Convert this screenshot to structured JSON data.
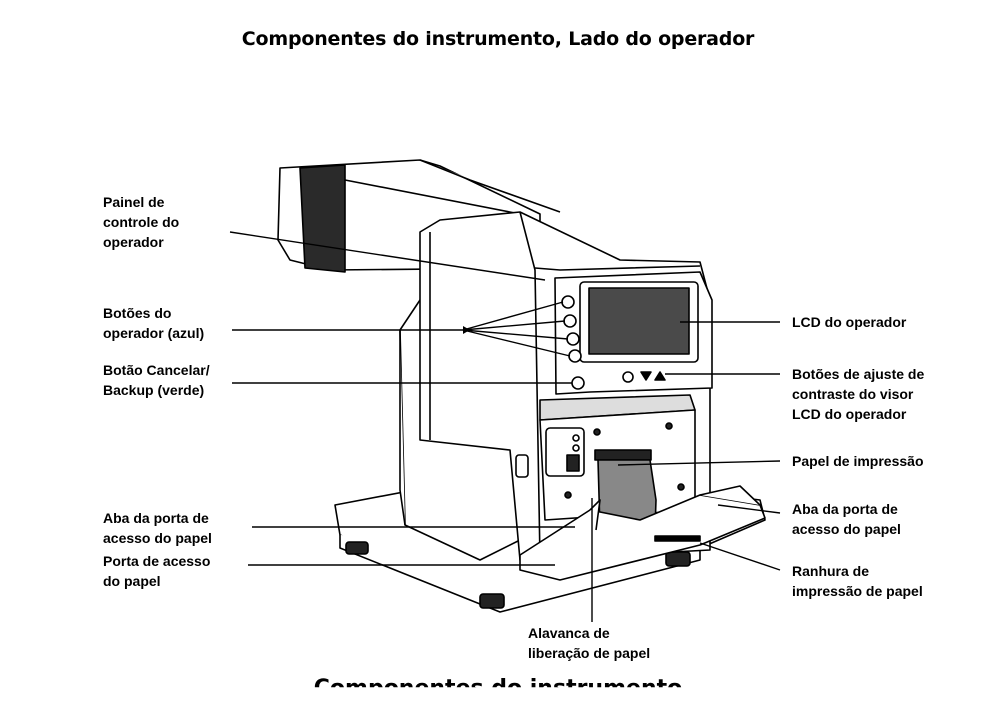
{
  "title": "Componentes do instrumento, Lado do operador",
  "labels": {
    "painel": "Painel de\ncontrole do\noperador",
    "botoes_operador": "Botões do\noperador (azul)",
    "botao_cancelar": "Botão Cancelar/\nBackup (verde)",
    "aba_porta_left": "Aba da porta de\nacesso do papel",
    "porta_acesso": "Porta de acesso\ndo papel",
    "lcd": "LCD do operador",
    "ajuste_contraste": "Botões de ajuste de\ncontraste do visor\nLCD do operador",
    "papel_impressao": "Papel de impressão",
    "aba_porta_right": "Aba da porta de\nacesso do papel",
    "ranhura": "Ranhura de\nimpressão de papel",
    "alavanca": "Alavanca de\nliberação de papel"
  },
  "footer_partial": "Componentes do instrumento"
}
